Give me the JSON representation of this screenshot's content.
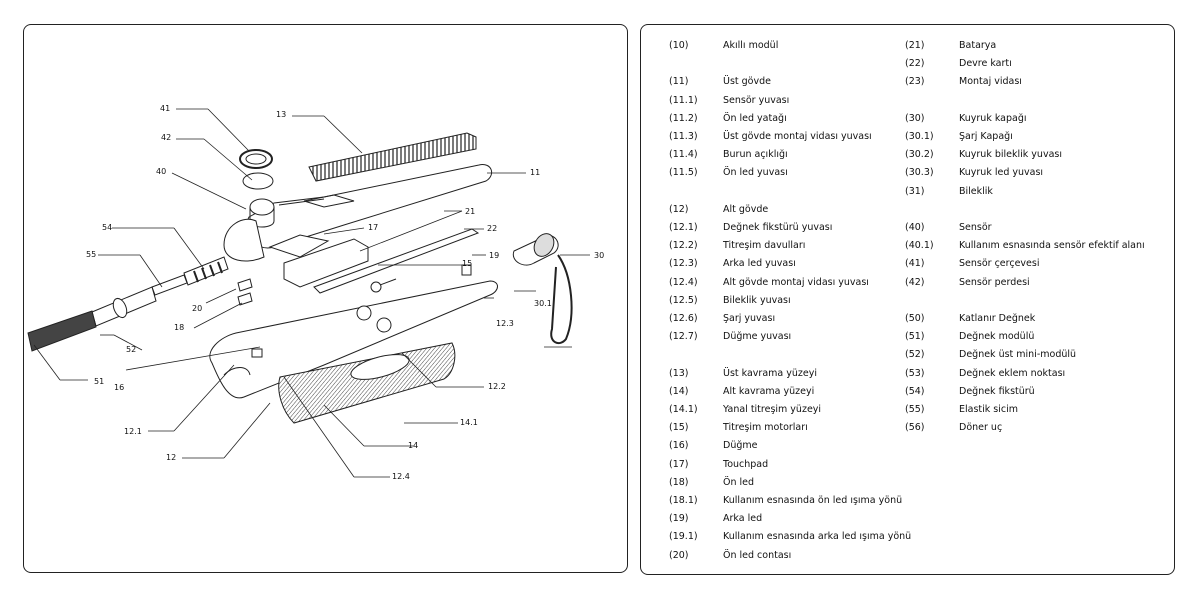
{
  "callouts": [
    "41",
    "42",
    "40",
    "13",
    "11",
    "17",
    "21",
    "22",
    "54",
    "55",
    "15",
    "19",
    "30",
    "30.1",
    "20",
    "18",
    "12.3",
    "16",
    "52",
    "51",
    "12.1",
    "12",
    "12.2",
    "14.1",
    "14",
    "12.4"
  ],
  "legend": {
    "left": [
      {
        "code": "(10)",
        "name": "Akıllı modül"
      },
      {
        "code": "(11)",
        "name": "Üst gövde"
      },
      {
        "code": "(11.1)",
        "name": "Sensör yuvası"
      },
      {
        "code": "(11.2)",
        "name": "Ön led yatağı"
      },
      {
        "code": "(11.3)",
        "name": "Üst gövde montaj vidası yuvası"
      },
      {
        "code": "(11.4)",
        "name": "Burun açıklığı"
      },
      {
        "code": "(11.5)",
        "name": "Ön led yuvası"
      },
      {
        "code": "(12)",
        "name": "Alt gövde"
      },
      {
        "code": "(12.1)",
        "name": "Değnek fikstürü yuvası"
      },
      {
        "code": "(12.2)",
        "name": "Titreşim davulları"
      },
      {
        "code": "(12.3)",
        "name": "Arka led yuvası"
      },
      {
        "code": "(12.4)",
        "name": "Alt gövde montaj vidası yuvası"
      },
      {
        "code": "(12.5)",
        "name": "Bileklik yuvası"
      },
      {
        "code": "(12.6)",
        "name": "Şarj yuvası"
      },
      {
        "code": "(12.7)",
        "name": "Düğme yuvası"
      },
      {
        "code": "(13)",
        "name": "Üst kavrama yüzeyi"
      },
      {
        "code": "(14)",
        "name": "Alt kavrama yüzeyi"
      },
      {
        "code": "(14.1)",
        "name": "Yanal titreşim yüzeyi"
      },
      {
        "code": "(15)",
        "name": "Titreşim motorları"
      },
      {
        "code": "(16)",
        "name": "Düğme"
      },
      {
        "code": "(17)",
        "name": "Touchpad"
      },
      {
        "code": "(18)",
        "name": "Ön led"
      },
      {
        "code": "(18.1)",
        "name": "Kullanım esnasında ön led ışıma yönü"
      },
      {
        "code": "(19)",
        "name": "Arka led"
      },
      {
        "code": "(19.1)",
        "name": "Kullanım esnasında arka led ışıma yönü"
      },
      {
        "code": "(20)",
        "name": "Ön led contası"
      }
    ],
    "right": [
      {
        "code": "(21)",
        "name": "Batarya"
      },
      {
        "code": "(22)",
        "name": "Devre kartı"
      },
      {
        "code": "(23)",
        "name": "Montaj vidası"
      },
      {
        "code": "(30)",
        "name": "Kuyruk kapağı"
      },
      {
        "code": "(30.1)",
        "name": "Şarj Kapağı"
      },
      {
        "code": "(30.2)",
        "name": "Kuyruk bileklik yuvası"
      },
      {
        "code": "(30.3)",
        "name": "Kuyruk led yuvası"
      },
      {
        "code": "(31)",
        "name": "Bileklik"
      },
      {
        "code": "(40)",
        "name": "Sensör"
      },
      {
        "code": "(40.1)",
        "name": "Kullanım esnasında sensör efektif alanı"
      },
      {
        "code": "(41)",
        "name": "Sensör çerçevesi"
      },
      {
        "code": "(42)",
        "name": "Sensör perdesi"
      },
      {
        "code": "(50)",
        "name": "Katlanır Değnek"
      },
      {
        "code": "(51)",
        "name": "Değnek modülü"
      },
      {
        "code": "(52)",
        "name": "Değnek üst mini-modülü"
      },
      {
        "code": "(53)",
        "name": "Değnek eklem noktası"
      },
      {
        "code": "(54)",
        "name": "Değnek fikstürü"
      },
      {
        "code": "(55)",
        "name": "Elastik sicim"
      },
      {
        "code": "(56)",
        "name": "Döner uç"
      }
    ]
  }
}
